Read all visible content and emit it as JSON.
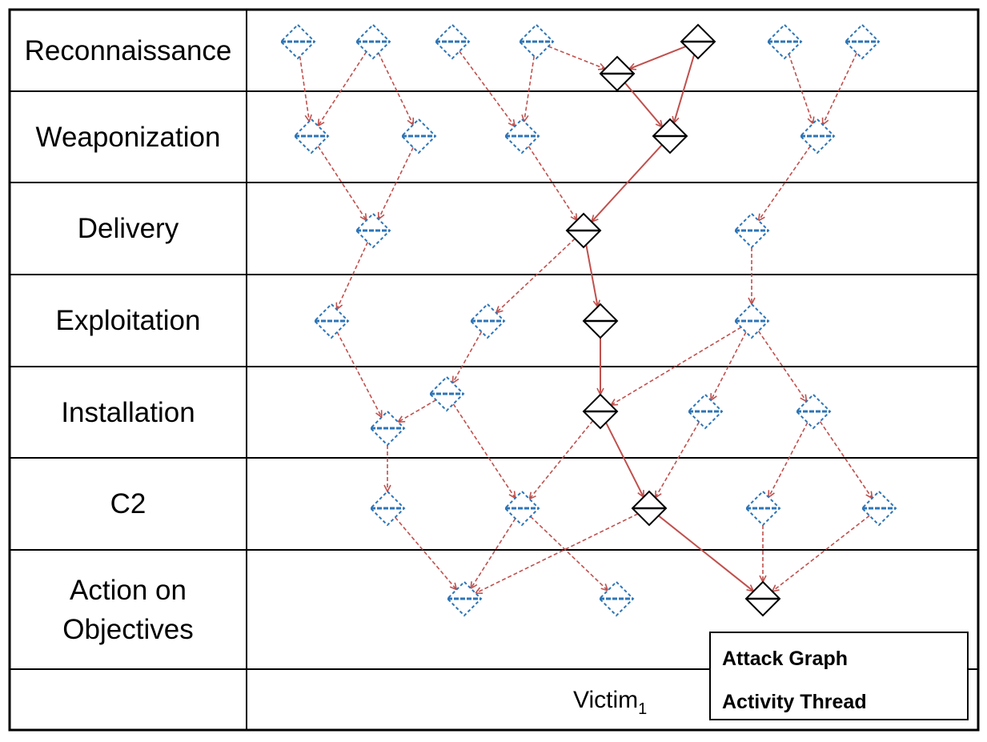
{
  "phases": [
    "Reconnaissance",
    "Weaponization",
    "Delivery",
    "Exploitation",
    "Installation",
    "C2",
    "Action on Objectives"
  ],
  "victim": {
    "name": "Victim",
    "subscript": "1"
  },
  "legend": {
    "attack_graph": "Attack Graph",
    "activity_thread": "Activity Thread"
  },
  "colors": {
    "attack_node": "#2e75b6",
    "activity_node": "#000000",
    "edge": "#c0504d",
    "grid": "#000000"
  },
  "nodes": [
    {
      "id": "r1",
      "phase": "Reconnaissance",
      "kind": "attack"
    },
    {
      "id": "r2",
      "phase": "Reconnaissance",
      "kind": "attack"
    },
    {
      "id": "r3",
      "phase": "Reconnaissance",
      "kind": "attack"
    },
    {
      "id": "r4",
      "phase": "Reconnaissance",
      "kind": "attack"
    },
    {
      "id": "r5",
      "phase": "Reconnaissance",
      "kind": "activity"
    },
    {
      "id": "r6",
      "phase": "Reconnaissance",
      "kind": "attack"
    },
    {
      "id": "r7",
      "phase": "Reconnaissance",
      "kind": "attack"
    },
    {
      "id": "rm",
      "phase": "Reconnaissance",
      "kind": "activity"
    },
    {
      "id": "w1",
      "phase": "Weaponization",
      "kind": "attack"
    },
    {
      "id": "w2",
      "phase": "Weaponization",
      "kind": "attack"
    },
    {
      "id": "w3",
      "phase": "Weaponization",
      "kind": "attack"
    },
    {
      "id": "w4",
      "phase": "Weaponization",
      "kind": "activity"
    },
    {
      "id": "w5",
      "phase": "Weaponization",
      "kind": "attack"
    },
    {
      "id": "d1",
      "phase": "Delivery",
      "kind": "attack"
    },
    {
      "id": "d2",
      "phase": "Delivery",
      "kind": "activity"
    },
    {
      "id": "d3",
      "phase": "Delivery",
      "kind": "attack"
    },
    {
      "id": "e1",
      "phase": "Exploitation",
      "kind": "attack"
    },
    {
      "id": "e2",
      "phase": "Exploitation",
      "kind": "attack"
    },
    {
      "id": "e3",
      "phase": "Exploitation",
      "kind": "activity"
    },
    {
      "id": "e4",
      "phase": "Exploitation",
      "kind": "attack"
    },
    {
      "id": "i0",
      "phase": "Installation",
      "kind": "attack"
    },
    {
      "id": "i1",
      "phase": "Installation",
      "kind": "attack"
    },
    {
      "id": "i2",
      "phase": "Installation",
      "kind": "activity"
    },
    {
      "id": "i3",
      "phase": "Installation",
      "kind": "attack"
    },
    {
      "id": "i4",
      "phase": "Installation",
      "kind": "attack"
    },
    {
      "id": "c1",
      "phase": "C2",
      "kind": "attack"
    },
    {
      "id": "c2",
      "phase": "C2",
      "kind": "attack"
    },
    {
      "id": "c3",
      "phase": "C2",
      "kind": "activity"
    },
    {
      "id": "c4",
      "phase": "C2",
      "kind": "attack"
    },
    {
      "id": "c5",
      "phase": "C2",
      "kind": "attack"
    },
    {
      "id": "a1",
      "phase": "Action on Objectives",
      "kind": "attack"
    },
    {
      "id": "a2",
      "phase": "Action on Objectives",
      "kind": "attack"
    },
    {
      "id": "a3",
      "phase": "Action on Objectives",
      "kind": "activity"
    }
  ],
  "edges": [
    {
      "from": "r1",
      "to": "w1",
      "kind": "attack"
    },
    {
      "from": "r2",
      "to": "w1",
      "kind": "attack"
    },
    {
      "from": "r2",
      "to": "w2",
      "kind": "attack"
    },
    {
      "from": "r3",
      "to": "w3",
      "kind": "attack"
    },
    {
      "from": "r4",
      "to": "w3",
      "kind": "attack"
    },
    {
      "from": "r4",
      "to": "rm",
      "kind": "attack"
    },
    {
      "from": "r5",
      "to": "rm",
      "kind": "activity"
    },
    {
      "from": "r5",
      "to": "w4",
      "kind": "activity"
    },
    {
      "from": "rm",
      "to": "w4",
      "kind": "activity"
    },
    {
      "from": "r6",
      "to": "w5",
      "kind": "attack"
    },
    {
      "from": "r7",
      "to": "w5",
      "kind": "attack"
    },
    {
      "from": "w1",
      "to": "d1",
      "kind": "attack"
    },
    {
      "from": "w2",
      "to": "d1",
      "kind": "attack"
    },
    {
      "from": "w3",
      "to": "d2",
      "kind": "attack"
    },
    {
      "from": "w4",
      "to": "d2",
      "kind": "activity"
    },
    {
      "from": "w5",
      "to": "d3",
      "kind": "attack"
    },
    {
      "from": "d1",
      "to": "e1",
      "kind": "attack"
    },
    {
      "from": "d2",
      "to": "e2",
      "kind": "attack"
    },
    {
      "from": "d2",
      "to": "e3",
      "kind": "activity"
    },
    {
      "from": "d3",
      "to": "e4",
      "kind": "attack"
    },
    {
      "from": "e1",
      "to": "i1",
      "kind": "attack"
    },
    {
      "from": "e2",
      "to": "i0",
      "kind": "attack"
    },
    {
      "from": "e3",
      "to": "i2",
      "kind": "activity"
    },
    {
      "from": "e4",
      "to": "i2",
      "kind": "attack"
    },
    {
      "from": "e4",
      "to": "i3",
      "kind": "attack"
    },
    {
      "from": "e4",
      "to": "i4",
      "kind": "attack"
    },
    {
      "from": "i0",
      "to": "i1",
      "kind": "attack"
    },
    {
      "from": "i0",
      "to": "c2",
      "kind": "attack"
    },
    {
      "from": "i1",
      "to": "c1",
      "kind": "attack"
    },
    {
      "from": "i2",
      "to": "c2",
      "kind": "attack"
    },
    {
      "from": "i2",
      "to": "c3",
      "kind": "activity"
    },
    {
      "from": "i3",
      "to": "c3",
      "kind": "attack"
    },
    {
      "from": "i4",
      "to": "c4",
      "kind": "attack"
    },
    {
      "from": "i4",
      "to": "c5",
      "kind": "attack"
    },
    {
      "from": "c1",
      "to": "a1",
      "kind": "attack"
    },
    {
      "from": "c2",
      "to": "a1",
      "kind": "attack"
    },
    {
      "from": "c2",
      "to": "a2",
      "kind": "attack"
    },
    {
      "from": "c3",
      "to": "a1",
      "kind": "attack"
    },
    {
      "from": "c3",
      "to": "a3",
      "kind": "activity"
    },
    {
      "from": "c4",
      "to": "a3",
      "kind": "attack"
    },
    {
      "from": "c5",
      "to": "a3",
      "kind": "attack"
    }
  ]
}
